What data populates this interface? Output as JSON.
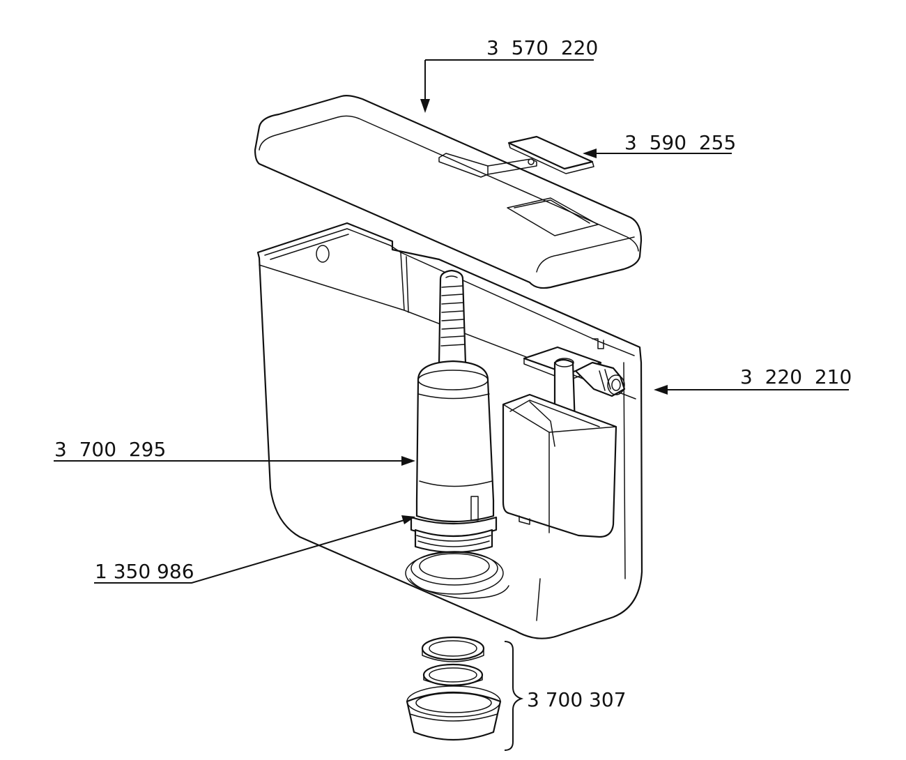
{
  "labels": {
    "lid": "3  570  220",
    "button": "3  590  255",
    "fill_valve": "3  220  210",
    "flush_valve": "3  700  295",
    "seal": "1 350 986",
    "connector_set": "3 700 307"
  },
  "colors": {
    "line": "#111111",
    "background": "#ffffff"
  }
}
